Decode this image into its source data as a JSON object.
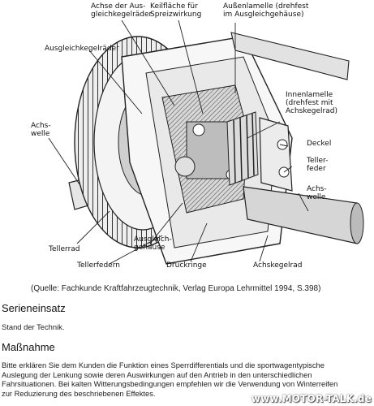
{
  "figure": {
    "labels": {
      "achse_ausgleich": [
        "Achse der Aus-",
        "gleichkegelräder"
      ],
      "keilflaeche": [
        "Keilfläche für",
        "Spreizwirkung"
      ],
      "aussenlamelle": [
        "Außenlamelle (drehfest",
        "im Ausgleichgehäuse)"
      ],
      "ausgleichkegelraeder": "Ausgleichkegelräder",
      "innenlamelle": [
        "Innenlamelle",
        "(drehfest mit",
        "Achskegelrad)"
      ],
      "achswelle_left": [
        "Achs-",
        "welle"
      ],
      "deckel": "Deckel",
      "tellerfeder_right": [
        "Teller-",
        "feder"
      ],
      "achswelle_right": [
        "Achs-",
        "welle"
      ],
      "tellerrad": "Tellerrad",
      "ausgleichgehaeuse": [
        "Ausgleich-",
        "gehäuse"
      ],
      "tellerfedern": "Tellerfedern",
      "druckringe": "Druckringe",
      "achskegelrad": "Achskegelrad"
    },
    "caption": "(Quelle: Fachkunde Kraftfahrzeugtechnik, Verlag Europa Lehrmittel 1994, S.398)"
  },
  "sections": {
    "serieneinsatz": {
      "heading": "Serieneinsatz",
      "text": "Stand der Technik."
    },
    "massnahme": {
      "heading": "Maßnahme",
      "lines": [
        "Bitte erklären Sie dem Kunden die Funktion eines Sperrdifferentials und die sportwagentypische",
        "Auslegung der Lenkung sowie deren Auswirkungen auf den Antrieb in den unterschiedlichen",
        "Fahrsituationen. Bei kalten Witterungsbedingungen empfehlen wir die Verwendung von Winterreifen",
        "zur Reduzierung des beschriebenen Effektes."
      ]
    }
  },
  "watermark": "www.MOTOR-TALK.de"
}
